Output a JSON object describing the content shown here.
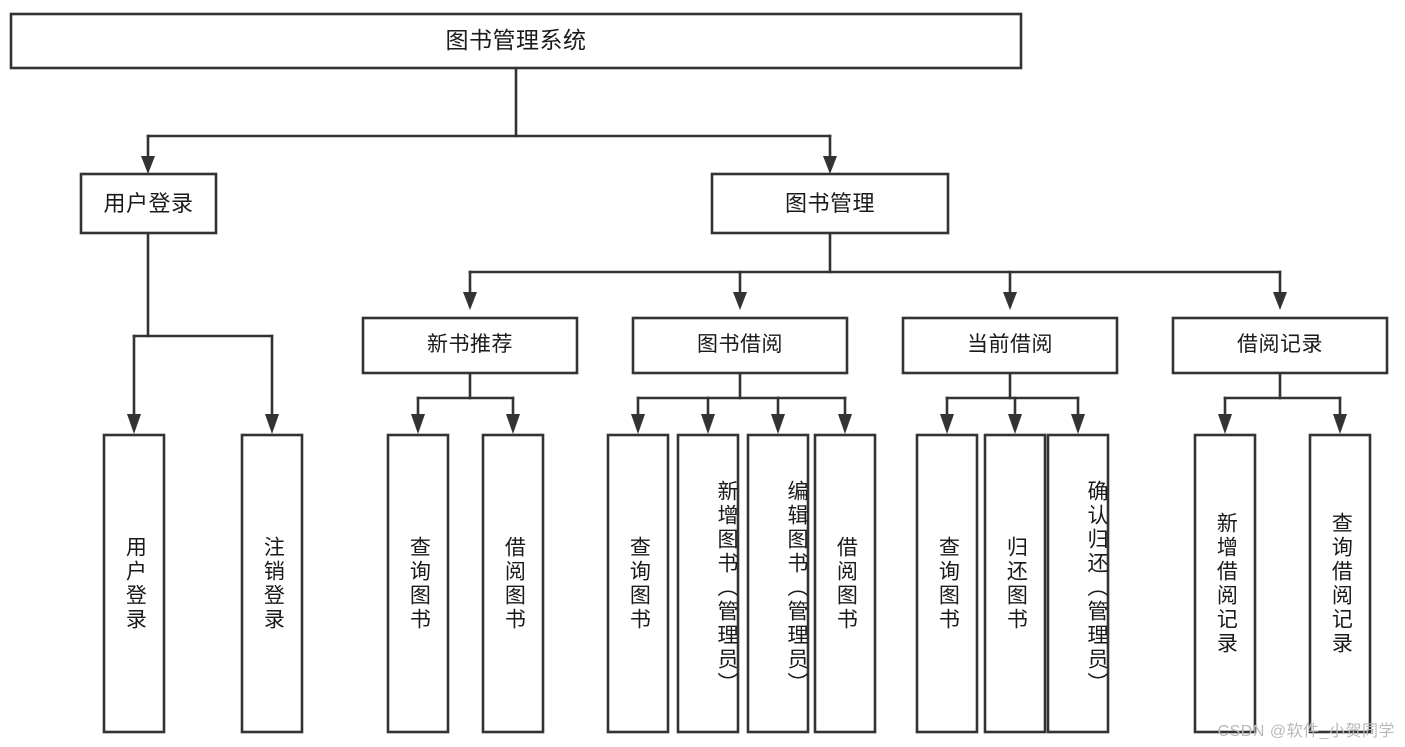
{
  "diagram": {
    "type": "hierarchy-tree",
    "title": "图书管理系统",
    "watermark": "CSDN @软件_小贺同学",
    "colors": {
      "background": "#ffffff",
      "box_fill": "#ffffff",
      "box_stroke": "#333333",
      "text": "#1a1a1a",
      "watermark": "#b9b9b9"
    },
    "levels": {
      "root": {
        "label": "图书管理系统"
      },
      "level2": [
        {
          "label": "用户登录"
        },
        {
          "label": "图书管理"
        }
      ],
      "level3": [
        {
          "label": "新书推荐"
        },
        {
          "label": "图书借阅"
        },
        {
          "label": "当前借阅"
        },
        {
          "label": "借阅记录"
        }
      ],
      "leaves": [
        {
          "label": "用户登录"
        },
        {
          "label": "注销登录"
        },
        {
          "label": "查询图书"
        },
        {
          "label": "借阅图书"
        },
        {
          "label": "查询图书"
        },
        {
          "label": "新增图书（管理员）"
        },
        {
          "label": "编辑图书（管理员）"
        },
        {
          "label": "借阅图书"
        },
        {
          "label": "查询图书"
        },
        {
          "label": "归还图书"
        },
        {
          "label": "确认归还（管理员）"
        },
        {
          "label": "新增借阅记录"
        },
        {
          "label": "查询借阅记录"
        }
      ]
    },
    "tree": {
      "name": "图书管理系统",
      "children": [
        {
          "name": "用户登录",
          "children": [
            {
              "name": "用户登录"
            },
            {
              "name": "注销登录"
            }
          ]
        },
        {
          "name": "图书管理",
          "children": [
            {
              "name": "新书推荐",
              "children": [
                {
                  "name": "查询图书"
                },
                {
                  "name": "借阅图书"
                }
              ]
            },
            {
              "name": "图书借阅",
              "children": [
                {
                  "name": "查询图书"
                },
                {
                  "name": "新增图书（管理员）"
                },
                {
                  "name": "编辑图书（管理员）"
                },
                {
                  "name": "借阅图书"
                }
              ]
            },
            {
              "name": "当前借阅",
              "children": [
                {
                  "name": "查询图书"
                },
                {
                  "name": "归还图书"
                },
                {
                  "name": "确认归还（管理员）"
                }
              ]
            },
            {
              "name": "借阅记录",
              "children": [
                {
                  "name": "新增借阅记录"
                },
                {
                  "name": "查询借阅记录"
                }
              ]
            }
          ]
        }
      ]
    }
  }
}
